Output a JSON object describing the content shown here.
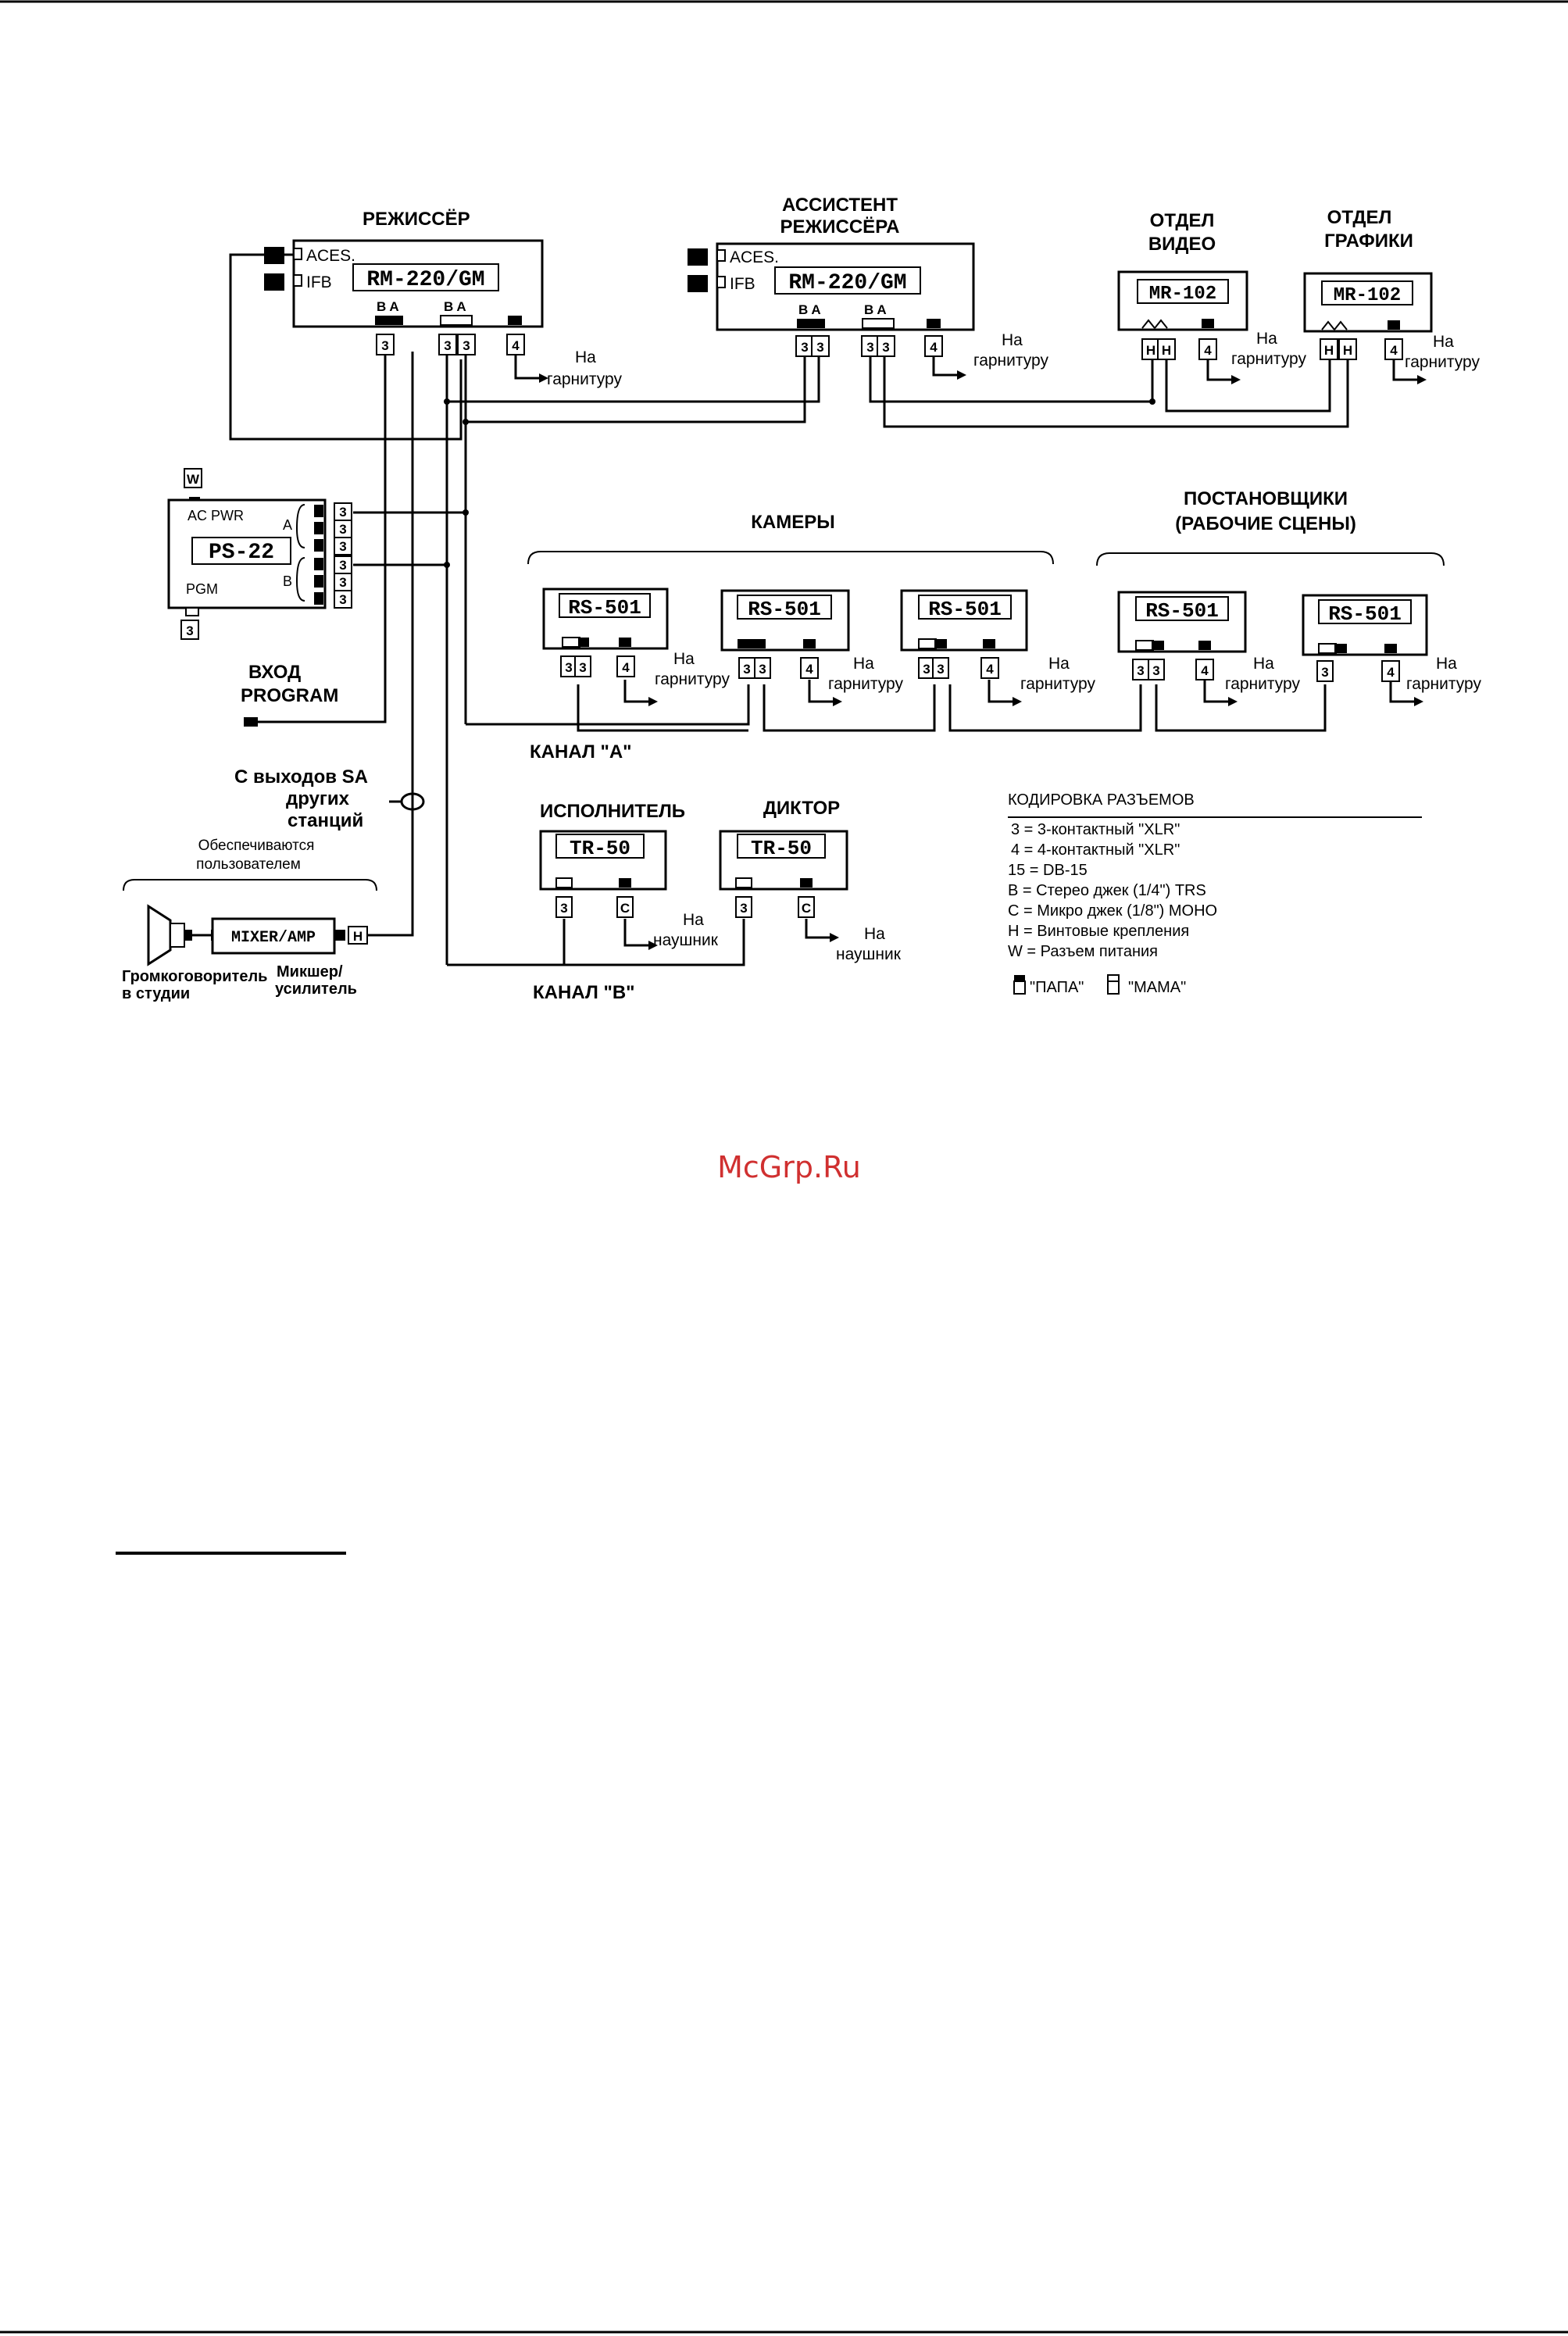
{
  "devices": {
    "director": {
      "title": "РЕЖИССЁР",
      "model": "RM-220/GM",
      "jack_aces": "ACES.",
      "jack_ifb": "IFB",
      "ba": "B A",
      "to_headset": [
        "На",
        "гарнитуру"
      ]
    },
    "assistant": {
      "title": [
        "АССИСТЕНТ",
        "РЕЖИССЁРА"
      ],
      "model": "RM-220/GM",
      "jack_aces": "ACES.",
      "jack_ifb": "IFB",
      "ba": "B A",
      "to_headset": [
        "На",
        "гарнитуру"
      ]
    },
    "video_dept": {
      "title": [
        "ОТДЕЛ",
        "ВИДЕО"
      ],
      "model": "MR-102",
      "to_headset": [
        "На",
        "гарнитуру"
      ]
    },
    "graphics_dept": {
      "title": [
        "ОТДЕЛ",
        "ГРАФИКИ"
      ],
      "model": "MR-102",
      "to_headset": [
        "На",
        "гарнитуру"
      ]
    },
    "power_supply": {
      "model": "PS-22",
      "ac_pwr": "AC PWR",
      "pgm": "PGM",
      "a": "A",
      "b": "B"
    },
    "cameras": {
      "title": "КАМЕРЫ",
      "model": "RS-501",
      "to_headset": [
        "На",
        "гарнитуру"
      ]
    },
    "stagehands": {
      "title": [
        "ПОСТАНОВЩИКИ",
        "(РАБОЧИЕ СЦЕНЫ)"
      ],
      "model": "RS-501",
      "to_headset": [
        "На",
        "гарнитуру"
      ]
    },
    "performer": {
      "title": "ИСПОЛНИТЕЛЬ",
      "model": "TR-50",
      "to_headphones": [
        "На",
        "наушник"
      ]
    },
    "announcer": {
      "title": "ДИКТОР",
      "model": "TR-50",
      "to_headphones": [
        "На",
        "наушник"
      ]
    },
    "mixer": {
      "model": "MIXER/AMP",
      "caption": [
        "Микшер/",
        "усилитель"
      ]
    },
    "speaker": {
      "caption": [
        "Громкоговоритель",
        "в студии"
      ]
    }
  },
  "labels": {
    "program_in": [
      "ВХОД",
      "PROGRAM"
    ],
    "sa_outputs": [
      "С выходов SA",
      "других",
      "станций"
    ],
    "user_supplied": [
      "Обеспечиваются",
      "пользователем"
    ],
    "channel_a": "КАНАЛ \"A\"",
    "channel_b": "КАНАЛ \"B\""
  },
  "connectors": {
    "xlr3": "3",
    "xlr4": "4",
    "db15": "15",
    "stereo": "B",
    "mono": "C",
    "screw": "H",
    "power": "W"
  },
  "legend": {
    "title": "КОДИРОВКА РАЗЪЕМОВ",
    "items": [
      "3 = 3-контактный \"XLR\"",
      "4 = 4-контактный \"XLR\"",
      "15 = DB-15",
      "B = Стерео джек (1/4\") TRS",
      "C = Микро джек (1/8\") МОНО",
      "H = Винтовые крепления",
      "W = Разъем питания"
    ],
    "male": "\"ПАПА\"",
    "female": "\"МАМА\""
  },
  "watermark": "McGrp.Ru"
}
